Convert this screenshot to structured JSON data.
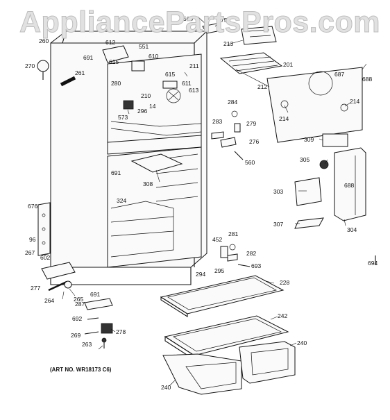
{
  "watermark": "AppliancePartsPros.com",
  "art_number": "(ART NO. WR18173 C6)",
  "part_labels": [
    "560",
    "75",
    "612",
    "551",
    "260",
    "213",
    "691",
    "615",
    "610",
    "270",
    "261",
    "201",
    "211",
    "615",
    "280",
    "611",
    "687",
    "688",
    "212",
    "210",
    "613",
    "14",
    "296",
    "573",
    "284",
    "214",
    "214",
    "283",
    "279",
    "276",
    "560",
    "309",
    "691",
    "305",
    "308",
    "688",
    "324",
    "303",
    "676",
    "96",
    "307",
    "304",
    "452",
    "281",
    "267",
    "282",
    "602",
    "294",
    "295",
    "693",
    "694",
    "277",
    "228",
    "264",
    "265",
    "691",
    "287",
    "242",
    "692",
    "269",
    "278",
    "240",
    "263",
    "240"
  ]
}
